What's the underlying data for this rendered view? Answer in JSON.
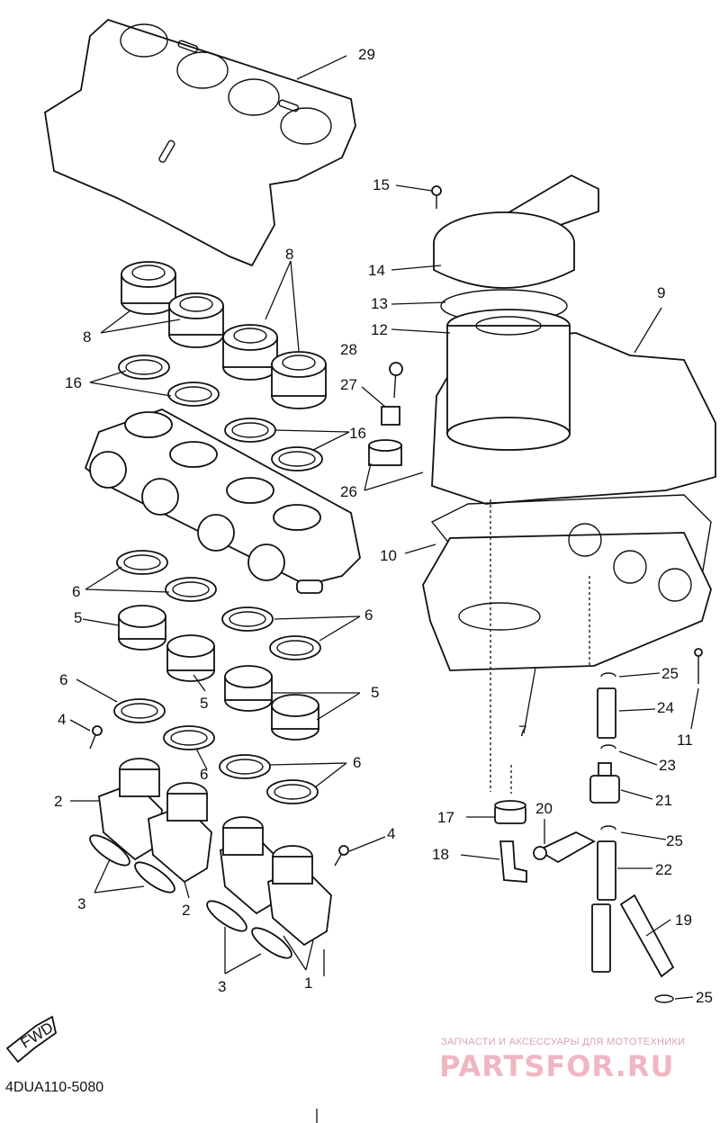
{
  "diagram": {
    "callouts": [
      {
        "id": "c29",
        "text": "29"
      },
      {
        "id": "c15",
        "text": "15"
      },
      {
        "id": "c8a",
        "text": "8"
      },
      {
        "id": "c8b",
        "text": "8"
      },
      {
        "id": "c14",
        "text": "14"
      },
      {
        "id": "c13",
        "text": "13"
      },
      {
        "id": "c9",
        "text": "9"
      },
      {
        "id": "c12",
        "text": "12"
      },
      {
        "id": "c28",
        "text": "28"
      },
      {
        "id": "c16a",
        "text": "16"
      },
      {
        "id": "c27",
        "text": "27"
      },
      {
        "id": "c16b",
        "text": "16"
      },
      {
        "id": "c26",
        "text": "26"
      },
      {
        "id": "c10",
        "text": "10"
      },
      {
        "id": "c6a",
        "text": "6"
      },
      {
        "id": "c5a",
        "text": "5"
      },
      {
        "id": "c6b",
        "text": "6"
      },
      {
        "id": "c6c",
        "text": "6"
      },
      {
        "id": "c5b",
        "text": "5"
      },
      {
        "id": "c5c",
        "text": "5"
      },
      {
        "id": "c4a",
        "text": "4"
      },
      {
        "id": "c25a",
        "text": "25"
      },
      {
        "id": "c7",
        "text": "7"
      },
      {
        "id": "c24",
        "text": "24"
      },
      {
        "id": "c11",
        "text": "11"
      },
      {
        "id": "c6d",
        "text": "6"
      },
      {
        "id": "c6e",
        "text": "6"
      },
      {
        "id": "c23",
        "text": "23"
      },
      {
        "id": "c2a",
        "text": "2"
      },
      {
        "id": "c21",
        "text": "21"
      },
      {
        "id": "c17",
        "text": "17"
      },
      {
        "id": "c20",
        "text": "20"
      },
      {
        "id": "c4b",
        "text": "4"
      },
      {
        "id": "c25b",
        "text": "25"
      },
      {
        "id": "c18",
        "text": "18"
      },
      {
        "id": "c22",
        "text": "22"
      },
      {
        "id": "c3a",
        "text": "3"
      },
      {
        "id": "c2b",
        "text": "2"
      },
      {
        "id": "c19",
        "text": "19"
      },
      {
        "id": "c3b",
        "text": "3"
      },
      {
        "id": "c1",
        "text": "1"
      },
      {
        "id": "c25c",
        "text": "25"
      }
    ],
    "fwd_label": "FWD",
    "diagram_code": "4DUA110-5080"
  },
  "watermark": {
    "tagline": "ЗАПЧАСТИ И АКСЕССУАРЫ ДЛЯ МОТОТЕХНИКИ",
    "logo": "PARTSFOR.RU"
  }
}
